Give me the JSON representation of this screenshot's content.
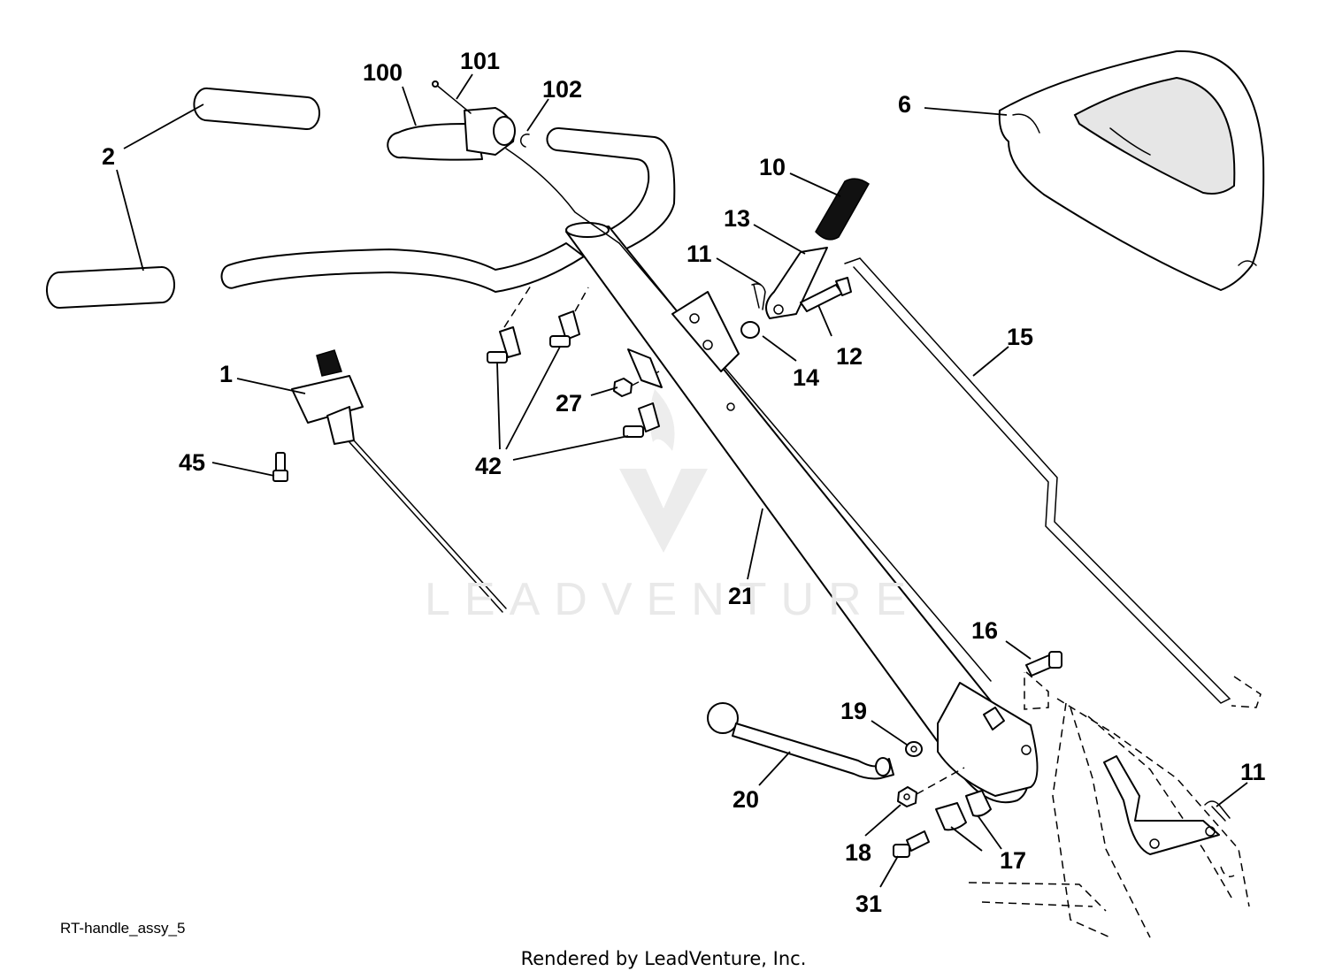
{
  "watermark_text": "LEADVENTURE",
  "diagram_ref": "RT-handle_assy_5",
  "credit": "Rendered by LeadVenture, Inc.",
  "callouts": [
    {
      "id": "c1",
      "label": "1"
    },
    {
      "id": "c2",
      "label": "2"
    },
    {
      "id": "c6",
      "label": "6"
    },
    {
      "id": "c10",
      "label": "10"
    },
    {
      "id": "c11a",
      "label": "11"
    },
    {
      "id": "c11b",
      "label": "11"
    },
    {
      "id": "c12",
      "label": "12"
    },
    {
      "id": "c13",
      "label": "13"
    },
    {
      "id": "c14",
      "label": "14"
    },
    {
      "id": "c15",
      "label": "15"
    },
    {
      "id": "c16",
      "label": "16"
    },
    {
      "id": "c17",
      "label": "17"
    },
    {
      "id": "c18",
      "label": "18"
    },
    {
      "id": "c19",
      "label": "19"
    },
    {
      "id": "c20",
      "label": "20"
    },
    {
      "id": "c21",
      "label": "21"
    },
    {
      "id": "c27",
      "label": "27"
    },
    {
      "id": "c31",
      "label": "31"
    },
    {
      "id": "c42",
      "label": "42"
    },
    {
      "id": "c45",
      "label": "45"
    },
    {
      "id": "c100",
      "label": "100"
    },
    {
      "id": "c101",
      "label": "101"
    },
    {
      "id": "c102",
      "label": "102"
    }
  ]
}
